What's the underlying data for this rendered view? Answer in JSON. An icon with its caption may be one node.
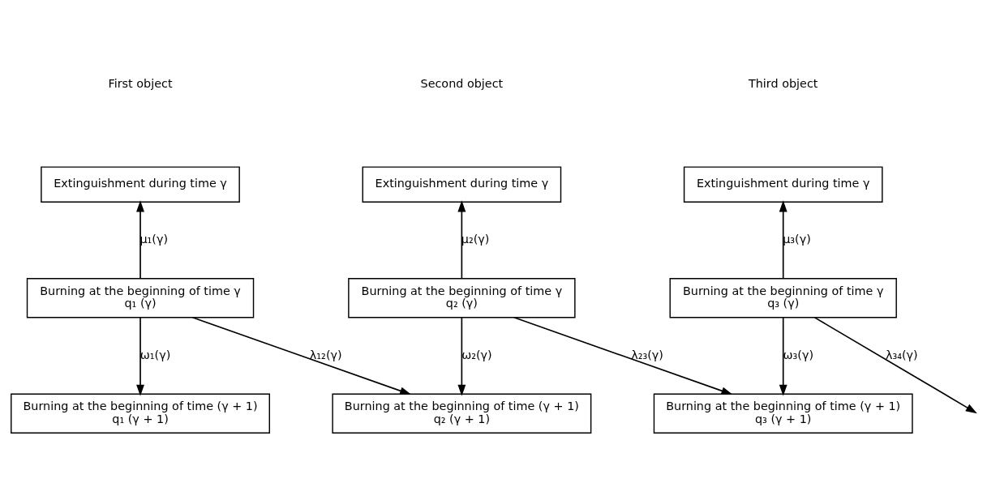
{
  "diagram": {
    "nodes": [
      {
        "text": [
          "Extinguishment during time γ"
        ]
      },
      {
        "text": [
          "Burning at the beginning of time γ",
          "q₁ (γ)"
        ]
      },
      {
        "text": [
          "Burning at the beginning of time (γ + 1)",
          "q₁ (γ + 1)"
        ]
      },
      {
        "text": [
          "Extinguishment during time γ"
        ]
      },
      {
        "text": [
          "Burning at the beginning of time γ",
          "q₂ (γ)"
        ]
      },
      {
        "text": [
          "Burning at the beginning of time (γ + 1)",
          "q₂ (γ + 1)"
        ]
      },
      {
        "text": [
          "Extinguishment during time γ"
        ]
      },
      {
        "text": [
          "Burning at the beginning of time γ",
          "q₃ (γ)"
        ]
      },
      {
        "text": [
          "Burning at the beginning of time (γ + 1)",
          "q₃ (γ + 1)"
        ]
      }
    ],
    "edges": [
      {
        "from": 1,
        "to": 0,
        "arrow": "to",
        "label": "μ₁(γ)"
      },
      {
        "from": 1,
        "to": 2,
        "arrow": "to",
        "label": "ω₁(γ)"
      },
      {
        "from": 1,
        "to": 5,
        "arrow": "to",
        "label": "λ₁₂(γ)"
      },
      {
        "from": 4,
        "to": 3,
        "arrow": "to",
        "label": "μ₂(γ)"
      },
      {
        "from": 4,
        "to": 5,
        "arrow": "to",
        "label": "ω₂(γ)"
      },
      {
        "from": 4,
        "to": 8,
        "arrow": "to",
        "label": "λ₂₃(γ)"
      },
      {
        "from": 7,
        "to": 6,
        "arrow": "to",
        "label": "μ₃(γ)"
      },
      {
        "from": 7,
        "to": 8,
        "arrow": "to",
        "label": "ω₃(γ)"
      },
      {
        "from": 7,
        "to": null,
        "arrow": "to",
        "label": "λ₃₄(γ)"
      }
    ],
    "labels": [
      "First object",
      "Second object",
      "Third object"
    ]
  }
}
